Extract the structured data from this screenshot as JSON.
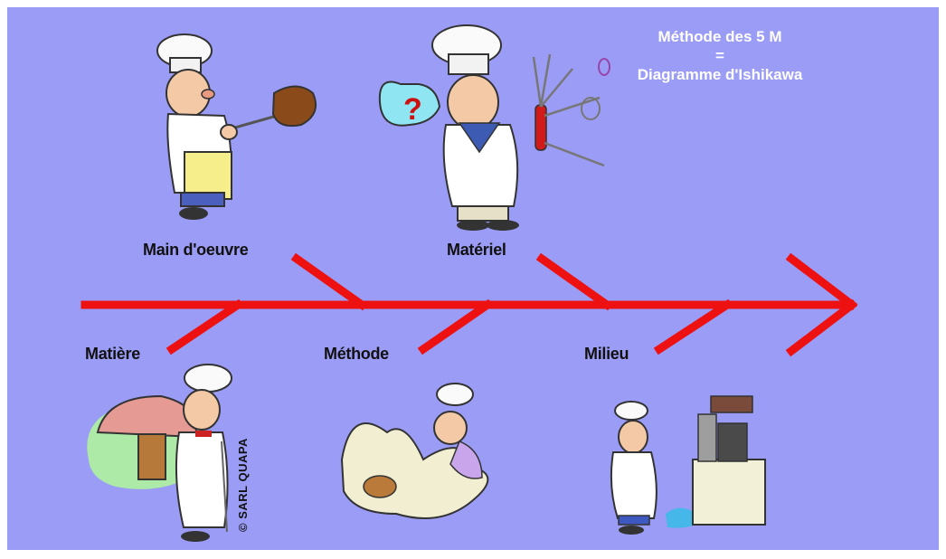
{
  "title": {
    "line1": "Méthode des 5 M",
    "line2": "=",
    "line3": "Diagramme d'Ishikawa"
  },
  "labels": {
    "main_doeuvre": "Main d'oeuvre",
    "materiel": "Matériel",
    "matiere": "Matière",
    "methode": "Méthode",
    "milieu": "Milieu"
  },
  "copyright": "© SARL QUAPA",
  "colors": {
    "background": "#9b9cf5",
    "arrow": "#ee1111",
    "title_text": "#ffffff"
  },
  "icons": [
    "chef-grilling-icon",
    "chef-tools-icon",
    "chef-mushroom-icon",
    "chef-splash-icon",
    "chef-kitchen-icon"
  ]
}
